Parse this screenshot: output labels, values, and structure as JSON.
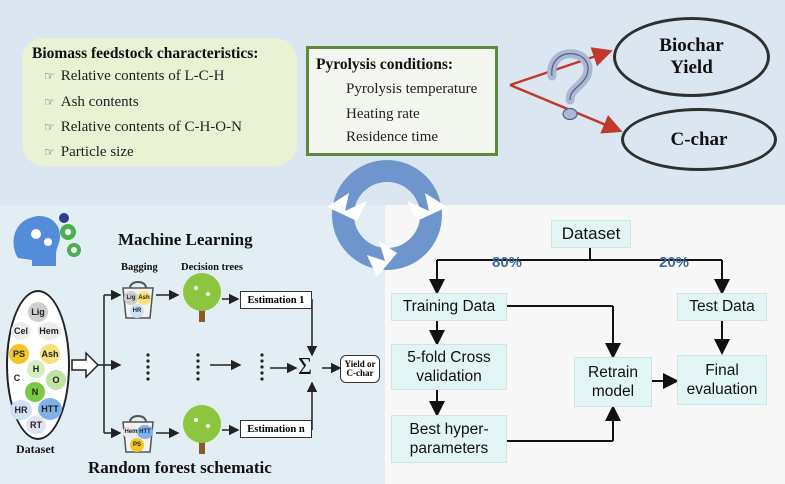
{
  "biomass": {
    "title": "Biomass feedstock characteristics:",
    "items": [
      "Relative contents of L-C-H",
      "Ash contents",
      "Relative contents of C-H-O-N",
      "Particle size"
    ]
  },
  "pyrolysis": {
    "title": "Pyrolysis conditions:",
    "items": [
      "Pyrolysis temperature",
      "Heating rate",
      "Residence time"
    ]
  },
  "outputs": {
    "biochar": "Biochar Yield",
    "cchar": "C-char"
  },
  "ml": {
    "title": "Machine Learning",
    "bagging": "Bagging",
    "decision_trees": "Decision trees",
    "estimation1": "Estimation 1",
    "estimationn": "Estimation n",
    "result": "Yield or C-char",
    "sigma": "Σ",
    "dataset_label": "Dataset",
    "footer": "Random forest schematic",
    "bag1": [
      "Lig",
      "Ash",
      "HR"
    ],
    "bag2": [
      "Hem",
      "HTT",
      "PS"
    ],
    "dataset_items": [
      "Lig",
      "Cel",
      "Hem",
      "PS",
      "Ash",
      "H",
      "C",
      "O",
      "N",
      "HR",
      "HTT",
      "RT"
    ]
  },
  "workflow": {
    "dataset": "Dataset",
    "pct_train": "80%",
    "pct_test": "20%",
    "training": "Training Data",
    "test": "Test Data",
    "cv": "5-fold Cross validation",
    "best": "Best hyper-parameters",
    "retrain": "Retrain model",
    "final": "Final evaluation"
  },
  "colors": {
    "top_bg": "#dbe6f1",
    "ml_bg": "#e3eef4",
    "green_box": "#e9f2d3",
    "pyro_border": "#5f8a3a",
    "flow_box": "#e2f5f5",
    "arrow_red": "#c0392b",
    "pct_blue": "#3f6aa0",
    "cycle_blue": "#6f96cc"
  }
}
